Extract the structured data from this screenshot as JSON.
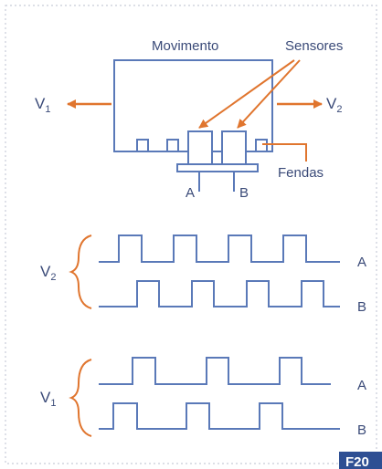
{
  "diagram": {
    "top": {
      "movement_label": "Movimento",
      "sensors_label": "Sensores",
      "slots_label": "Fendas",
      "left_velocity": {
        "symbol": "V",
        "subscript": "1"
      },
      "right_velocity": {
        "symbol": "V",
        "subscript": "2"
      },
      "output_a": "A",
      "output_b": "B"
    },
    "waveforms": [
      {
        "group": {
          "symbol": "V",
          "subscript": "2"
        },
        "channels": [
          "A",
          "B"
        ]
      },
      {
        "group": {
          "symbol": "V",
          "subscript": "1"
        },
        "channels": [
          "A",
          "B"
        ]
      }
    ]
  },
  "figure_tag": "F20",
  "colors": {
    "background": "#ffffff",
    "frame_dots": "#c8ccd8",
    "line_blue": "#5a79b8",
    "orange": "#e0752e",
    "text": "#3a4a78",
    "tag_bg": "#2e4f93"
  }
}
